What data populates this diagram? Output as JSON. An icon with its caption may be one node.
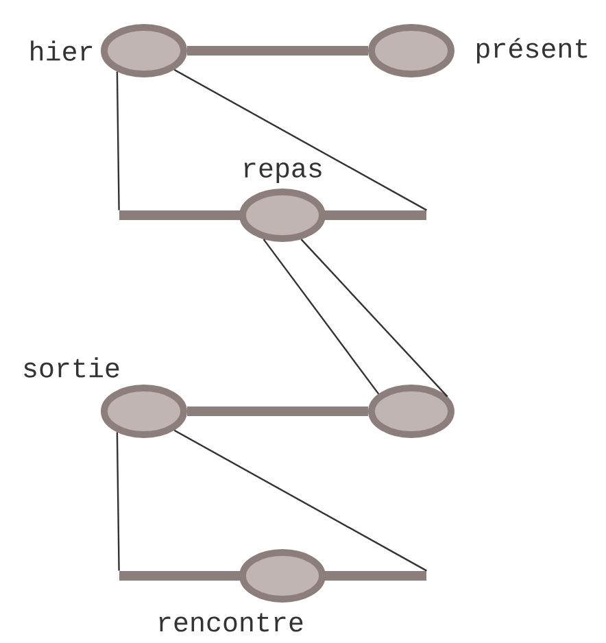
{
  "diagram": {
    "nodes": [
      {
        "text": [],
        "shape": "ellipse",
        "beside": [
          "hier"
        ]
      },
      {
        "text": [],
        "shape": "ellipse",
        "beside": [
          "présent"
        ]
      },
      {
        "text": [],
        "shape": "bar"
      },
      {
        "text": [],
        "shape": "ellipse",
        "beside": [
          "repas"
        ]
      },
      {
        "text": [],
        "shape": "ellipse",
        "beside": [
          "sortie"
        ]
      },
      {
        "text": [],
        "shape": "ellipse"
      },
      {
        "text": [],
        "shape": "bar"
      },
      {
        "text": [],
        "shape": "ellipse",
        "beside": [
          "rencontre"
        ]
      }
    ],
    "edges": [
      {
        "from": 0,
        "to": 1,
        "arrow": "none",
        "style": "thick",
        "color": "#8c7f7b"
      },
      {
        "from": 0,
        "to": 2,
        "arrow": "none"
      },
      {
        "from": 0,
        "to": 2,
        "arrow": "none"
      },
      {
        "from": 3,
        "to": 5,
        "arrow": "none"
      },
      {
        "from": 3,
        "to": 5,
        "arrow": "none"
      },
      {
        "from": 4,
        "to": 5,
        "arrow": "none",
        "style": "thick",
        "color": "#8c7f7b"
      },
      {
        "from": 4,
        "to": 6,
        "arrow": "none"
      },
      {
        "from": 4,
        "to": 6,
        "arrow": "none"
      }
    ]
  }
}
